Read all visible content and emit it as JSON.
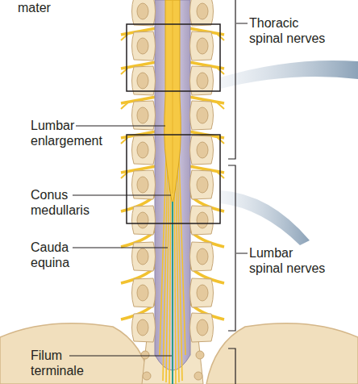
{
  "diagram": {
    "labels": [
      "mater",
      "Thoracic spinal nerves",
      "Lumbar enlargement",
      "Conus medullaris",
      "Cauda equina",
      "Lumbar spinal nerves",
      "Filum terminale"
    ]
  }
}
